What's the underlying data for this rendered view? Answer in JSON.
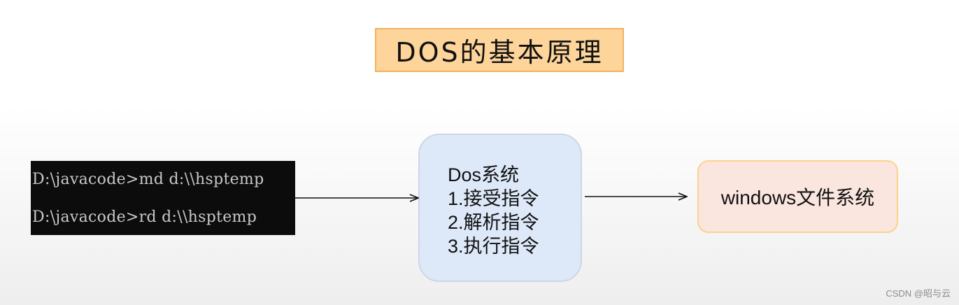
{
  "title": "DOS的基本原理",
  "terminal": {
    "lines": [
      "D:\\javacode>md d:\\\\hsptemp",
      "D:\\javacode>rd d:\\\\hsptemp"
    ]
  },
  "dos_system": {
    "lines": [
      "Dos系统",
      "1.接受指令",
      "2.解析指令",
      "3.执行指令"
    ]
  },
  "windows_box": {
    "label": "windows文件系统"
  },
  "watermark": "CSDN @昭与云",
  "colors": {
    "title_fill": "#fdd49a",
    "dos_fill": "#dde8f8",
    "windows_fill": "#fbe5df",
    "terminal_bg": "#0c0c0c"
  }
}
